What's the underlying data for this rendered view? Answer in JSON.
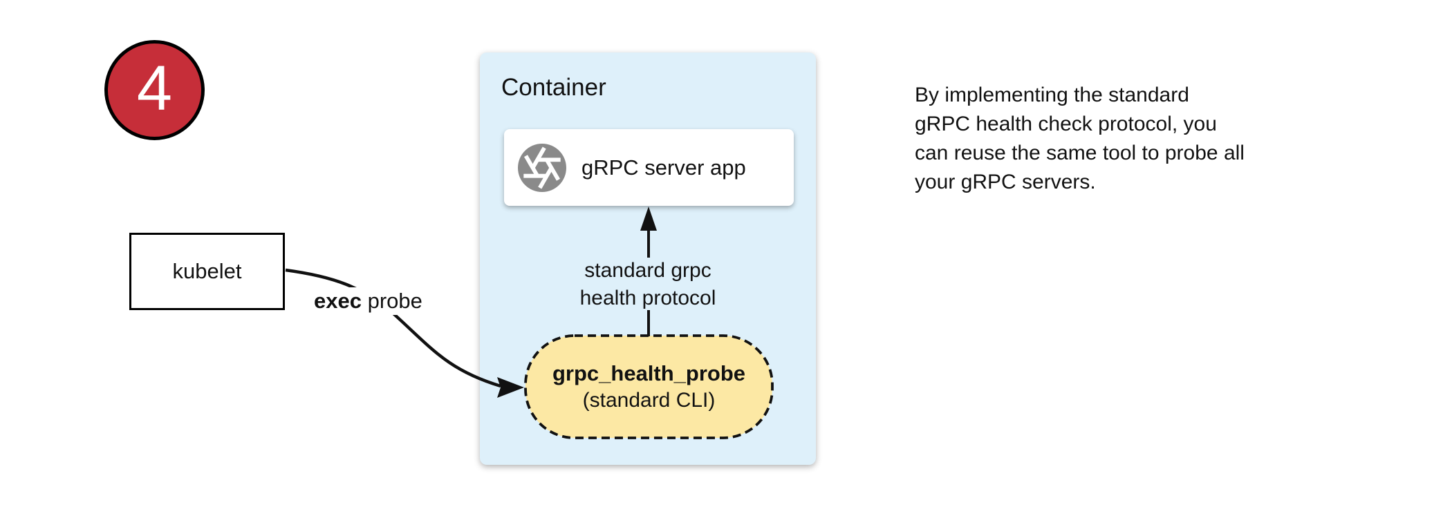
{
  "step_badge": {
    "number": "4"
  },
  "kubelet": {
    "label": "kubelet"
  },
  "exec_probe": {
    "bold": "exec",
    "rest": " probe"
  },
  "container": {
    "title": "Container",
    "server_box": {
      "label": "gRPC server app",
      "icon": "aperture-icon"
    },
    "probe_pill": {
      "title": "grpc_health_probe",
      "subtitle": "(standard CLI)"
    },
    "protocol_label": {
      "line1": "standard grpc",
      "line2": "health protocol"
    }
  },
  "annotation": {
    "lines": [
      "By implementing the standard",
      "gRPC health check protocol, you",
      "can reuse the same tool to probe all",
      "your gRPC servers."
    ]
  },
  "colors": {
    "badge_red": "#C62E39",
    "container_blue": "#DEF0FA",
    "pill_yellow": "#FCE8A4",
    "icon_gray": "#8A8A8A",
    "arrow_black": "#111111"
  }
}
